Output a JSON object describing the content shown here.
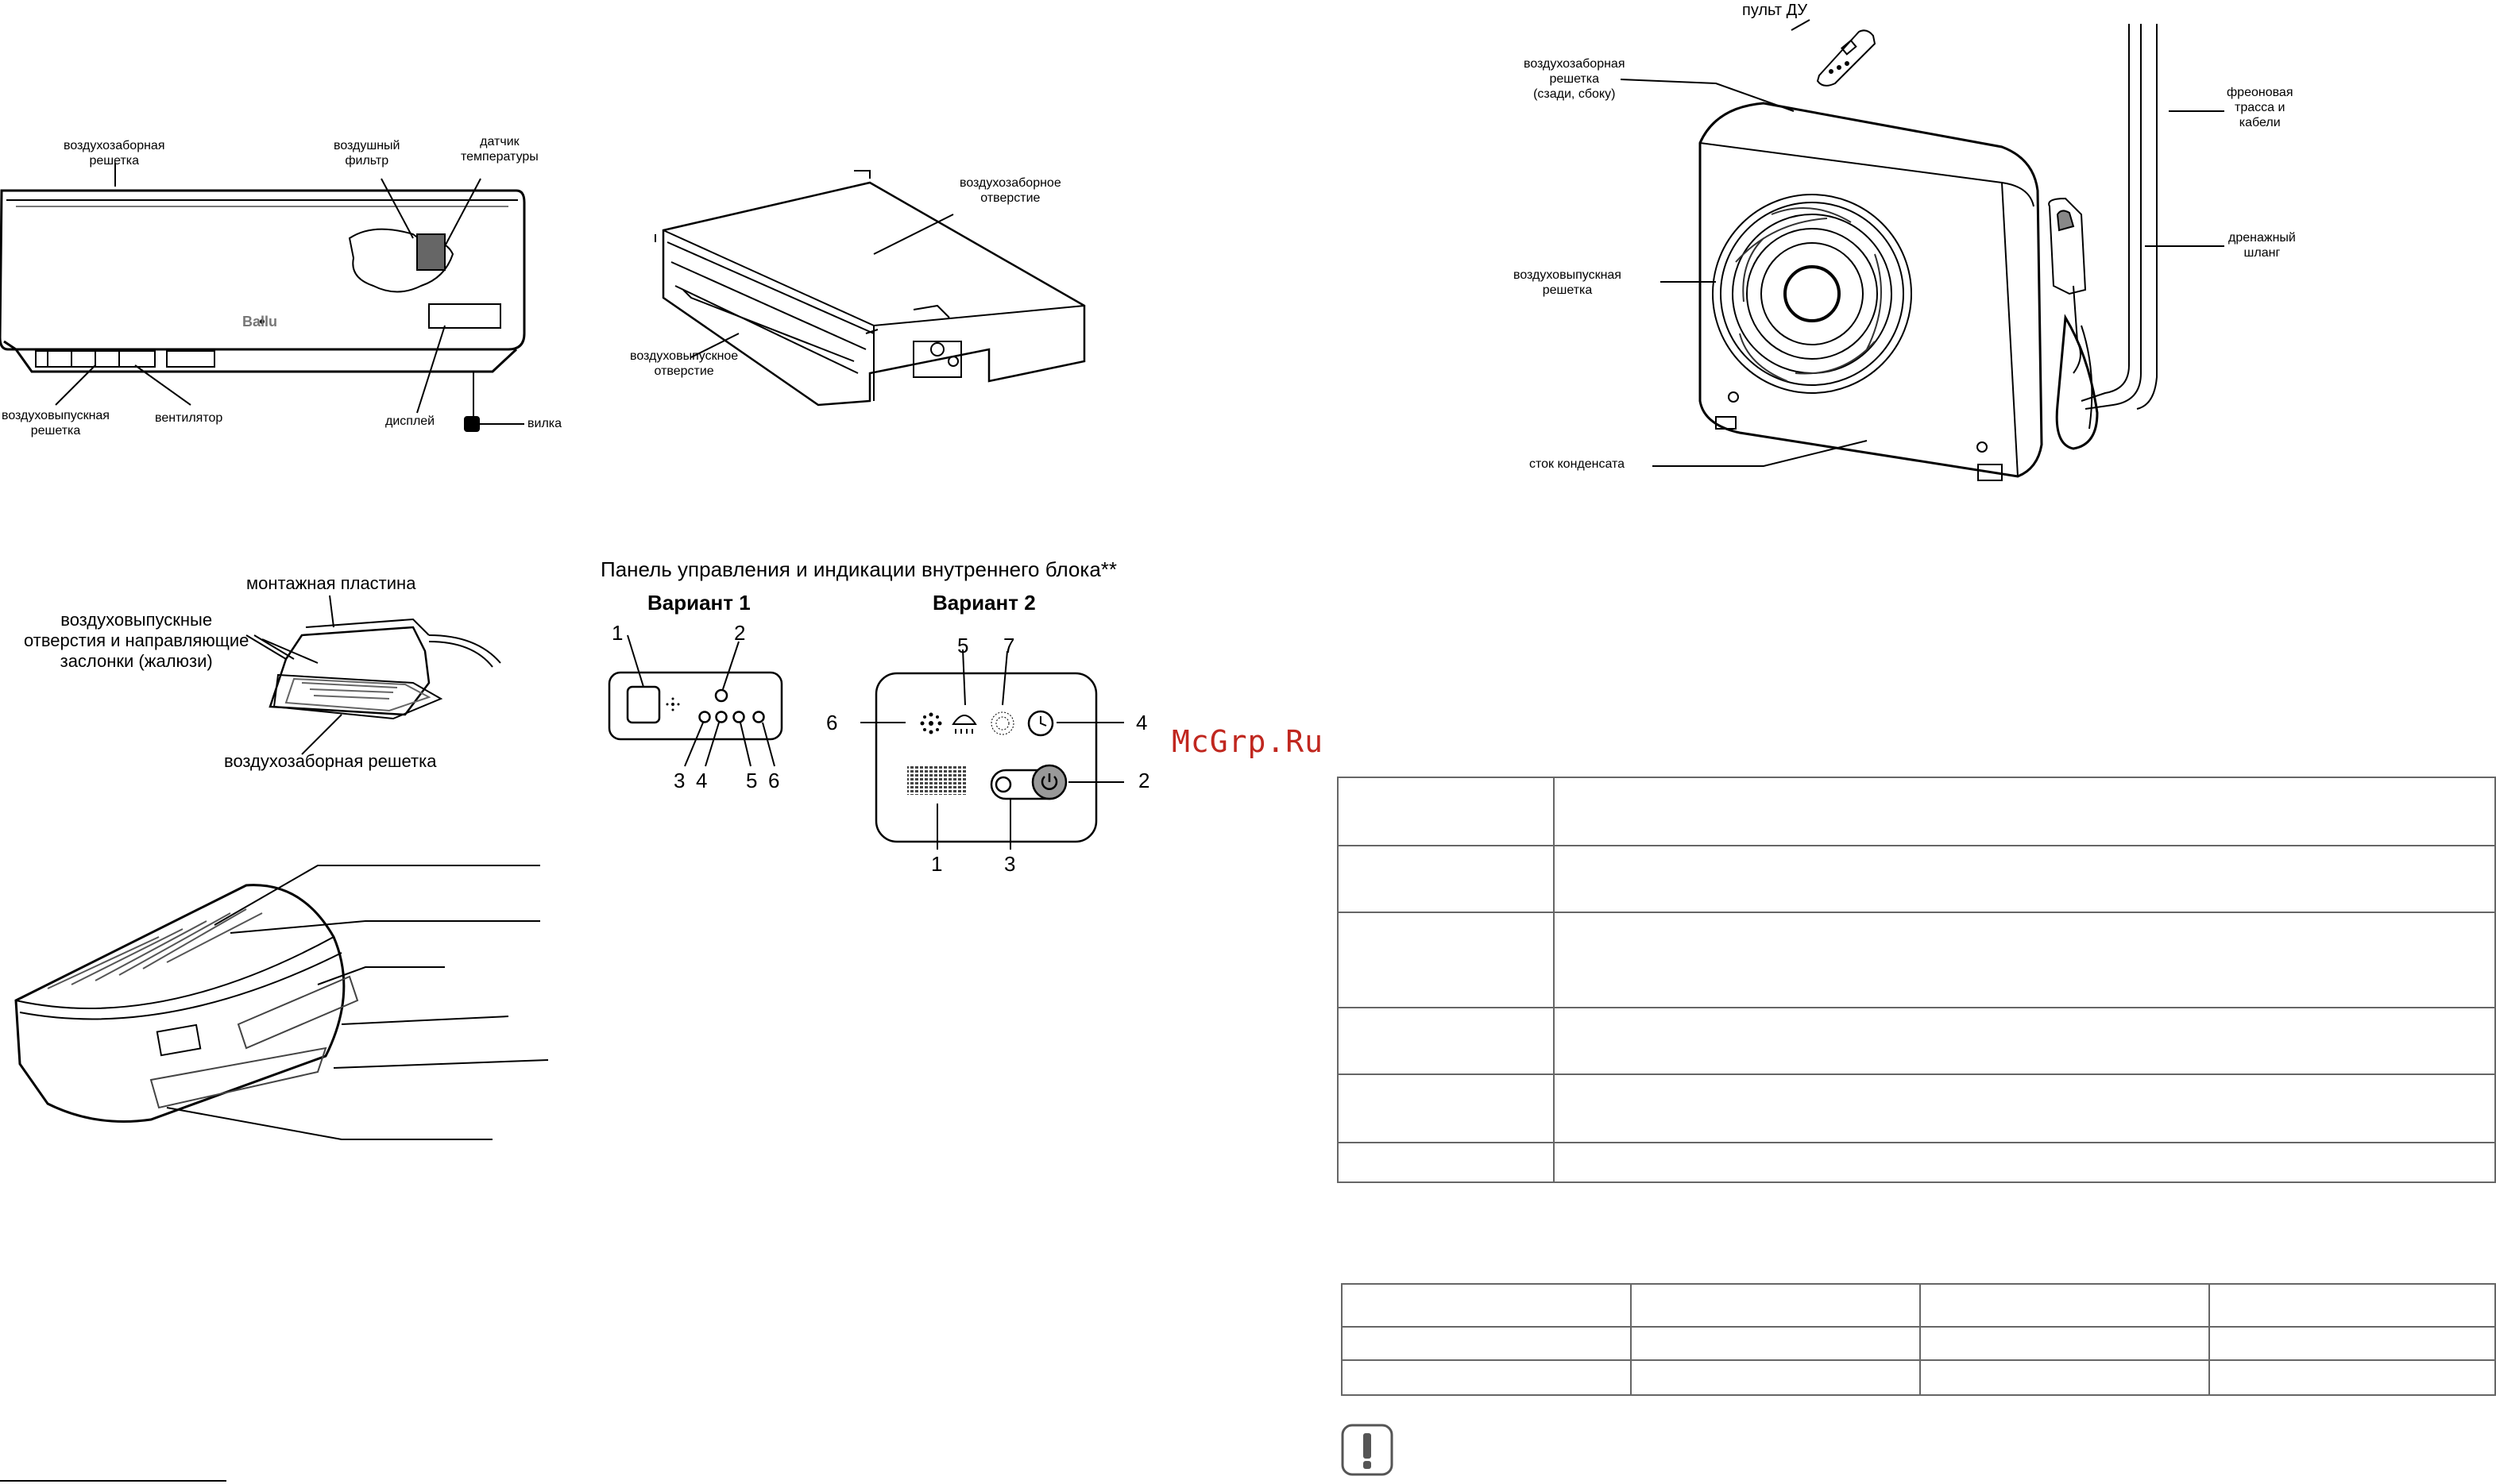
{
  "wall_unit": {
    "labels": {
      "intake_grille": "воздухозаборная\nрешетка",
      "air_filter": "воздушный\nфильтр",
      "temp_sensor": "датчик\nтемпературы",
      "outlet_grille": "воздуховыпускная\nрешетка",
      "fan": "вентилятор",
      "display": "дисплей",
      "plug": "вилка"
    },
    "brand": "Ballu"
  },
  "duct_unit": {
    "labels": {
      "intake_opening": "воздухозаборное\nотверстие",
      "outlet_opening": "воздуховыпускное\nотверстие"
    }
  },
  "outdoor_unit": {
    "labels": {
      "remote": "пульт ДУ",
      "intake_grille": "воздухозаборная\nрешетка\n(сзади, сбоку)",
      "freon_line": "фреоновая\nтрасса и\nкабели",
      "drain_hose": "дренажный\nшланг",
      "outlet_grille": "воздуховыпускная\nрешетка",
      "condensate_drain": "сток конденсата"
    }
  },
  "cassette_unit": {
    "labels": {
      "mounting_plate": "монтажная пластина",
      "outlets_louvers": "воздуховыпускные\nотверстия и направляющие\nзаслонки (жалюзи)",
      "intake_grille": "воздухозаборная решетка"
    }
  },
  "control_panel": {
    "title": "Панель управления и индикации внутреннего блока**",
    "variant1": {
      "title": "Вариант 1",
      "numbers": [
        "1",
        "2",
        "3",
        "4",
        "5",
        "6"
      ]
    },
    "variant2": {
      "title": "Вариант 2",
      "numbers": [
        "5",
        "7",
        "6",
        "4",
        "2",
        "1",
        "3"
      ]
    }
  },
  "watermark": "McGrp.Ru",
  "colors": {
    "watermark": "#c0271f",
    "line": "#000000",
    "table_border": "#666666"
  },
  "icons": [
    "fan-icon",
    "defrost-icon",
    "ioniser-icon",
    "timer-icon",
    "power-icon",
    "warning-icon",
    "remote-control-icon"
  ]
}
